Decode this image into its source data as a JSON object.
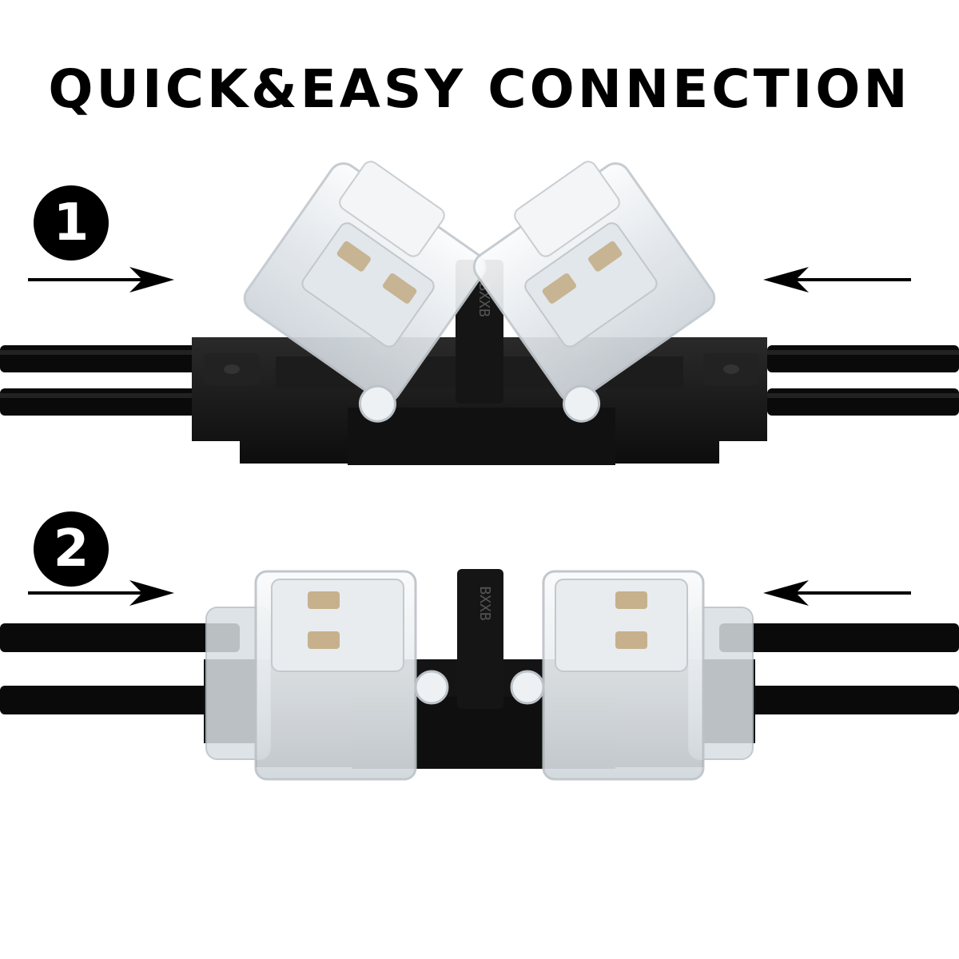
{
  "header": {
    "title": "QUICK&EASY CONNECTION"
  },
  "steps": [
    {
      "number": "1",
      "state": "open"
    },
    {
      "number": "2",
      "state": "closed"
    }
  ],
  "connector": {
    "marking": "BXXB"
  },
  "colors": {
    "background": "#ffffff",
    "text": "#000000",
    "badge": "#000000",
    "wire": "#0a0a0a",
    "connector_base": "#151515",
    "clear_plastic": "#e9edf0",
    "contact_metal": "#b08a4a"
  },
  "icons": {
    "arrow_left_side": "arrow-right-icon",
    "arrow_right_side": "arrow-left-icon"
  }
}
